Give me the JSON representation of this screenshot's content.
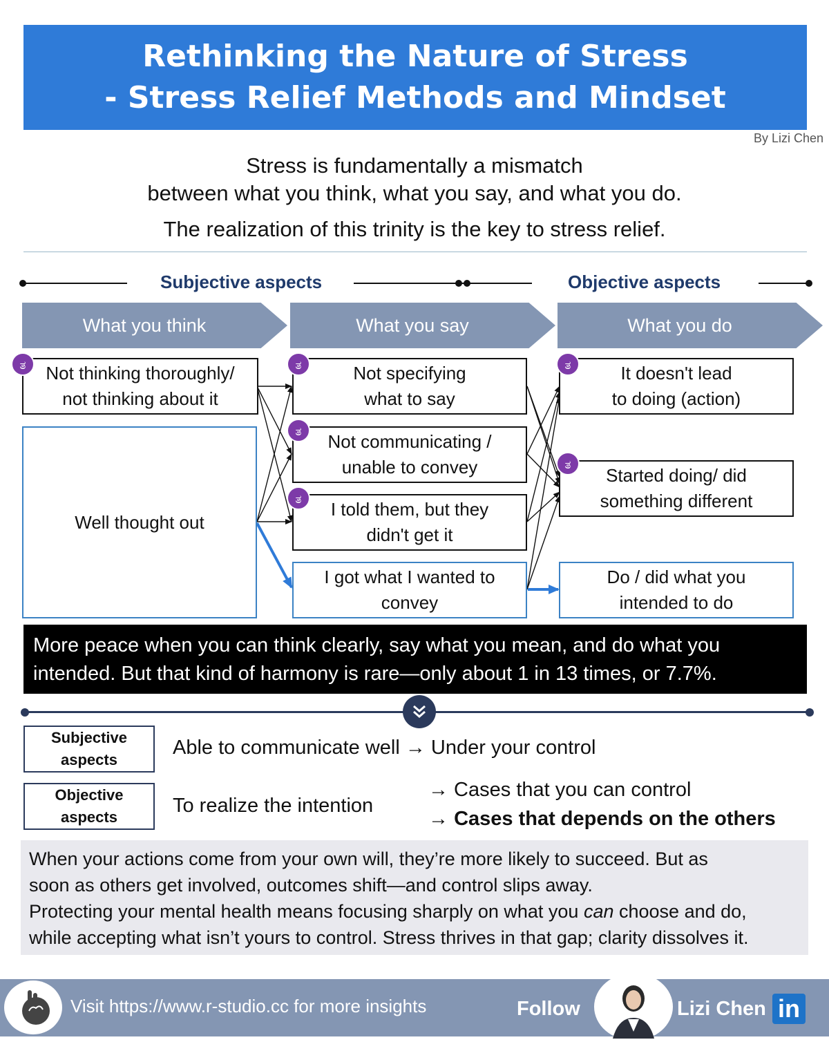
{
  "title": {
    "line1": "Rethinking the Nature of Stress",
    "line2": "- Stress Relief Methods and Mindset"
  },
  "byline": "By Lizi Chen",
  "intro": {
    "line1": "Stress is fundamentally a mismatch",
    "line2": "between what you think, what you say, and what you do.",
    "line3": "The realization of this trinity is the key to stress relief."
  },
  "aspects": {
    "subjective": "Subjective aspects",
    "objective": "Objective aspects"
  },
  "columns": {
    "think": "What you think",
    "say": "What you say",
    "do": "What you do"
  },
  "think_boxes": {
    "b1": {
      "line1": "Not thinking thoroughly/",
      "line2": "not thinking about it"
    },
    "b2": "Well thought out"
  },
  "say_boxes": {
    "b1": {
      "line1": "Not specifying",
      "line2": "what to say"
    },
    "b2": {
      "line1": "Not communicating /",
      "line2": "unable to convey"
    },
    "b3": {
      "line1": "I told them, but they",
      "line2": "didn't get it"
    },
    "b4": {
      "line1": "I got what I wanted to",
      "line2": "convey"
    }
  },
  "do_boxes": {
    "b1": {
      "line1": "It doesn't lead",
      "line2": "to doing (action)"
    },
    "b2": {
      "line1": "Started doing/ did",
      "line2": "something different"
    },
    "b3": {
      "line1": "Do / did what you",
      "line2": "intended to do"
    }
  },
  "stress_icon": "stressed-face-icon",
  "highlight": {
    "line1": "More peace when you can think clearly, say what you mean, and do what you",
    "line2": "intended. But that kind of harmony is rare—only about 1 in 13 times, or 7.7%."
  },
  "divider_icon": "double-chevron-down-icon",
  "control": {
    "subjective_label": {
      "line1": "Subjective",
      "line2": "aspects"
    },
    "objective_label": {
      "line1": "Objective",
      "line2": "aspects"
    },
    "subjective_text": "Able to communicate well → Under your control",
    "objective_text": "To realize the intention",
    "objective_case1": "→ Cases that you can control",
    "objective_case2_arrow": "→",
    "objective_case2": "Cases that depends on the others"
  },
  "conclusion": {
    "line1": "When your actions come from your own will, they’re more likely to succeed. But as",
    "line2": "soon as others get involved, outcomes shift—and control slips away.",
    "line3_pre": "Protecting your mental health means focusing sharply on what you ",
    "line3_em": "can",
    "line3_post": " choose and do,",
    "line4": "while accepting what isn’t yours to control. Stress thrives in that gap; clarity dissolves it."
  },
  "footer": {
    "visit": "Visit https://www.r-studio.cc for more insights",
    "follow": "Follow",
    "name": "Lizi Chen",
    "linkedin": "in"
  },
  "colors": {
    "title_bg": "#2f7bd8",
    "chevron": "#8496b3",
    "accent_blue": "#3b82c4",
    "dark_navy": "#2b3a5c",
    "face": "#7d3aa8"
  }
}
